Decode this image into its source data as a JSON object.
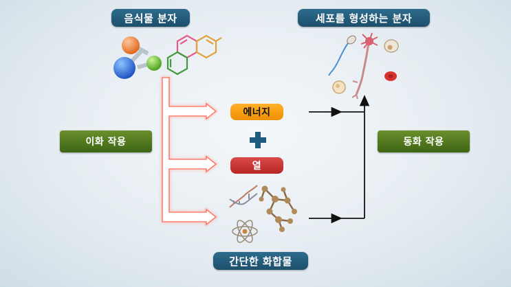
{
  "labels": {
    "food_molecules": "음식물 분자",
    "cell_molecules": "세포를 형성하는 분자",
    "catabolism": "이화 작용",
    "anabolism": "동화 작용",
    "energy": "에너지",
    "heat": "열",
    "simple_compounds": "간단한 화합물"
  },
  "colors": {
    "label_blue": "#1d4f6b",
    "label_green": "#4a7220",
    "energy_orange": "#f7a100",
    "heat_red": "#c83232",
    "arrow_pink": "#ff7a6a"
  }
}
